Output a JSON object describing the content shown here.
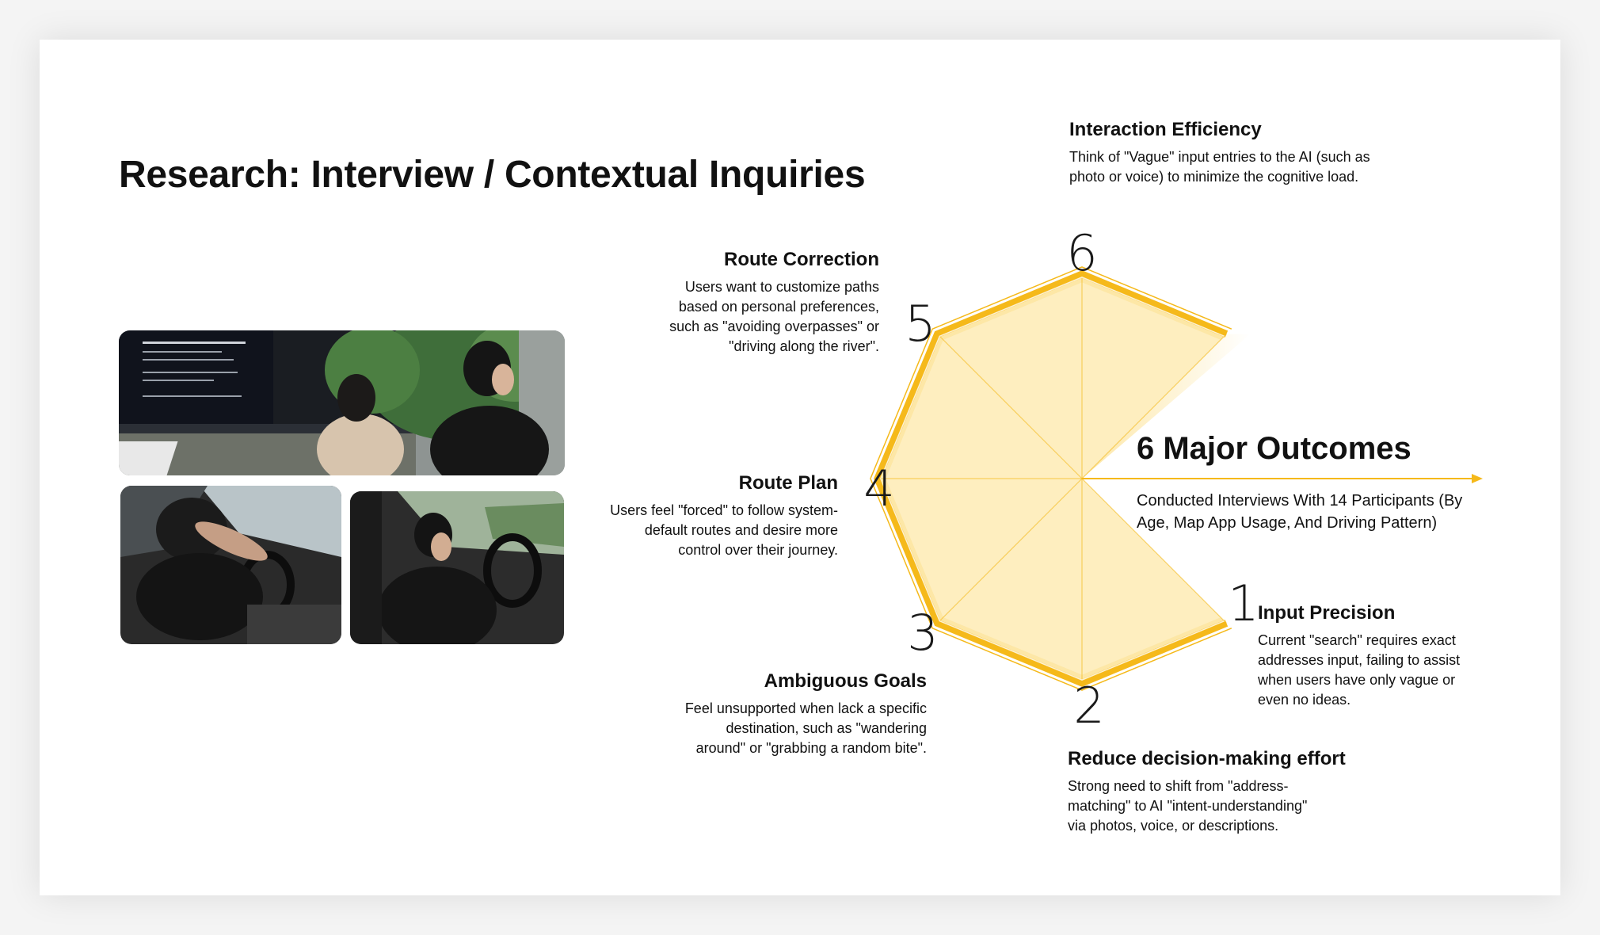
{
  "page_title": "Research: Interview / Contextual Inquiries",
  "colors": {
    "accent": "#f5b91a",
    "fill": "#fde7a6",
    "fill_light": "#fff4d3",
    "text": "#111111"
  },
  "outcomes": {
    "title": "6 Major Outcomes",
    "subtitle": "Conducted Interviews With 14 Participants (By Age, Map App Usage, And Driving Pattern)"
  },
  "findings": [
    {
      "number": "1",
      "title": "Input Precision",
      "text": "Current \"search\" requires exact addresses input, failing to assist when users have only vague or even no ideas."
    },
    {
      "number": "2",
      "title": "Reduce decision-making effort",
      "text": "Strong need to shift from \"address-matching\" to AI \"intent-understanding\" via photos, voice, or descriptions."
    },
    {
      "number": "3",
      "title": "Ambiguous Goals",
      "text": "Feel unsupported when lack a specific destination, such as \"wandering around\" or \"grabbing a random bite\"."
    },
    {
      "number": "4",
      "title": "Route Plan",
      "text": "Users feel \"forced\" to follow system-default routes and desire more control over their journey."
    },
    {
      "number": "5",
      "title": "Route Correction",
      "text": "Users want to customize paths based on personal preferences, such as \"avoiding overpasses\" or \"driving along the river\"."
    },
    {
      "number": "6",
      "title": "Interaction Efficiency",
      "text": "Think of \"Vague\" input entries to the AI (such as photo or voice) to minimize the cognitive load."
    }
  ],
  "photos": [
    {
      "icon": "meeting-photo"
    },
    {
      "icon": "driving-photo-left"
    },
    {
      "icon": "driving-photo-right"
    }
  ]
}
